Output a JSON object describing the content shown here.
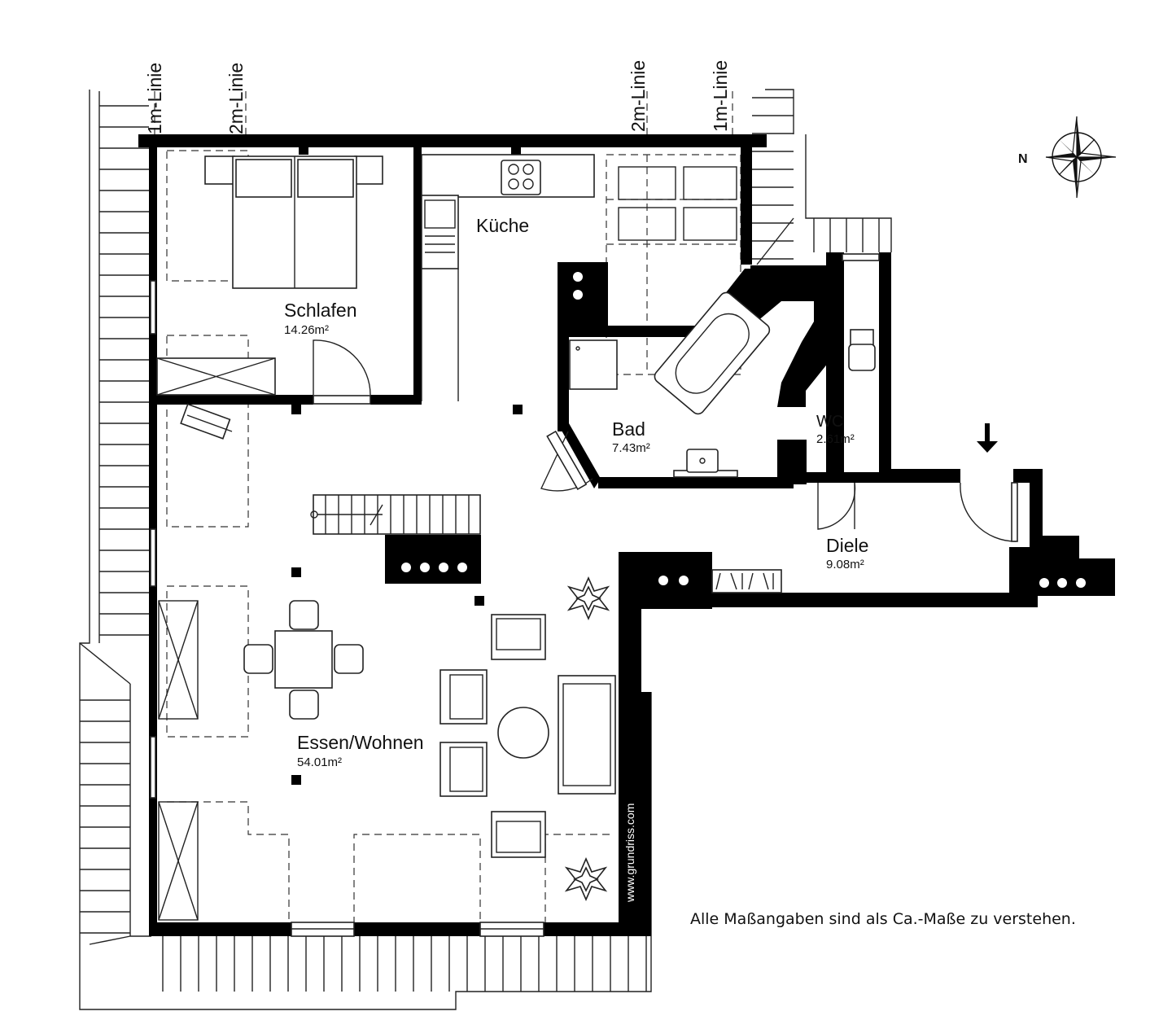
{
  "rooms": {
    "schlafen": {
      "name": "Schlafen",
      "area": "14.26m²"
    },
    "kueche": {
      "name": "Küche"
    },
    "bad": {
      "name": "Bad",
      "area": "7.43m²"
    },
    "wc": {
      "name": "WC",
      "area": "2.61m²"
    },
    "diele": {
      "name": "Diele",
      "area": "9.08m²"
    },
    "essen": {
      "name": "Essen/Wohnen",
      "area": "54.01m²"
    }
  },
  "roof_lines": {
    "left_1m": "1m-Linie",
    "left_2m": "2m-Linie",
    "right_2m": "2m-Linie",
    "right_1m": "1m-Linie"
  },
  "compass": {
    "north_label": "N",
    "icon": "compass-rose-icon"
  },
  "watermark": "www.grundriss.com",
  "note": "Alle Maßangaben sind als Ca.-Maße zu verstehen.",
  "icons": {
    "entrance": "entrance-arrow-icon",
    "plants": "plant-icon",
    "stove": "stove-icon",
    "bathtub": "bathtub-icon"
  },
  "colors": {
    "wall": "#000000",
    "background": "#ffffff",
    "line": "#222222"
  }
}
